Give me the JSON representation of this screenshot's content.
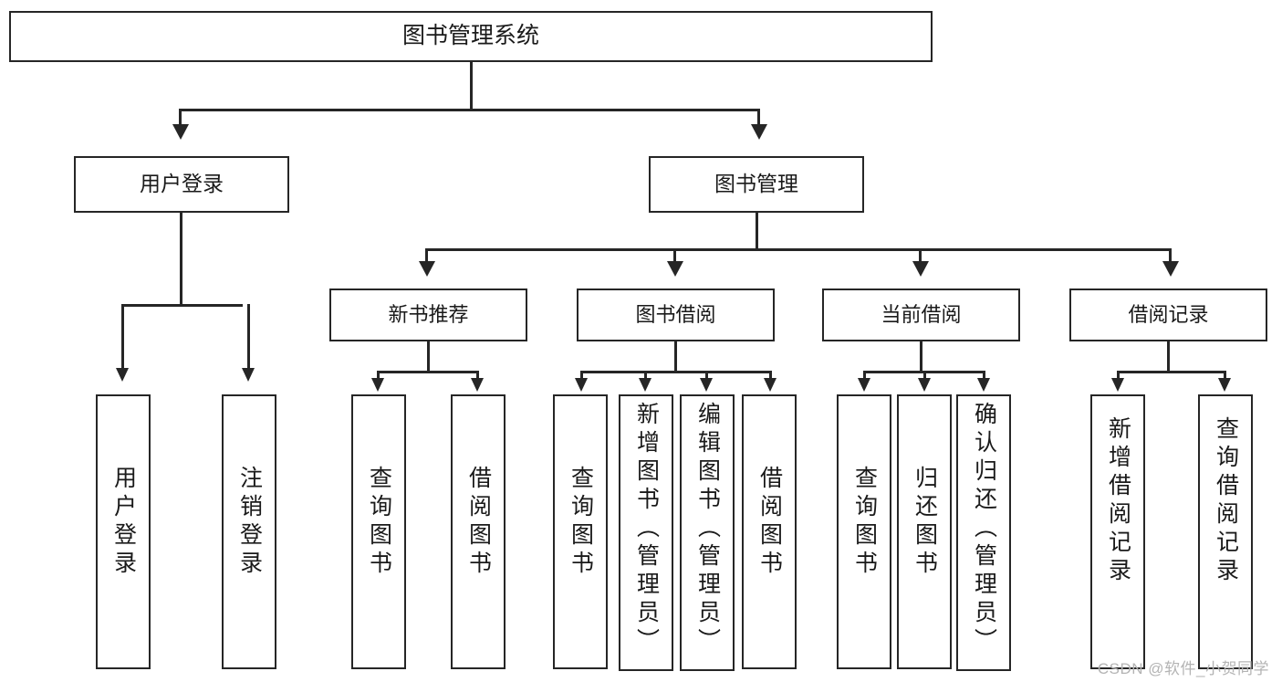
{
  "diagram": {
    "title": "图书管理系统",
    "type": "tree",
    "root": "图书管理系统",
    "level2": [
      {
        "label": "用户登录"
      },
      {
        "label": "图书管理"
      }
    ],
    "level3": [
      {
        "label": "新书推荐",
        "parent": "图书管理"
      },
      {
        "label": "图书借阅",
        "parent": "图书管理"
      },
      {
        "label": "当前借阅",
        "parent": "图书管理"
      },
      {
        "label": "借阅记录",
        "parent": "图书管理"
      }
    ],
    "leaves": [
      {
        "label": "用户登录",
        "parent": "用户登录"
      },
      {
        "label": "注销登录",
        "parent": "用户登录"
      },
      {
        "label": "查询图书",
        "parent": "新书推荐"
      },
      {
        "label": "借阅图书",
        "parent": "新书推荐"
      },
      {
        "label": "查询图书",
        "parent": "图书借阅"
      },
      {
        "label": "新增图书（管理员）",
        "parent": "图书借阅"
      },
      {
        "label": "编辑图书（管理员）",
        "parent": "图书借阅"
      },
      {
        "label": "借阅图书",
        "parent": "图书借阅"
      },
      {
        "label": "查询图书",
        "parent": "当前借阅"
      },
      {
        "label": "归还图书",
        "parent": "当前借阅"
      },
      {
        "label": "确认归还（管理员）",
        "parent": "当前借阅"
      },
      {
        "label": "新增借阅记录",
        "parent": "借阅记录"
      },
      {
        "label": "查询借阅记录",
        "parent": "借阅记录"
      }
    ]
  },
  "watermark": {
    "text": "CSDN @软件_小贺同学"
  },
  "colors": {
    "stroke": "#262626",
    "fill": "#ffffff",
    "text": "#1a1a1a",
    "watermark": "#b4b4b4"
  }
}
